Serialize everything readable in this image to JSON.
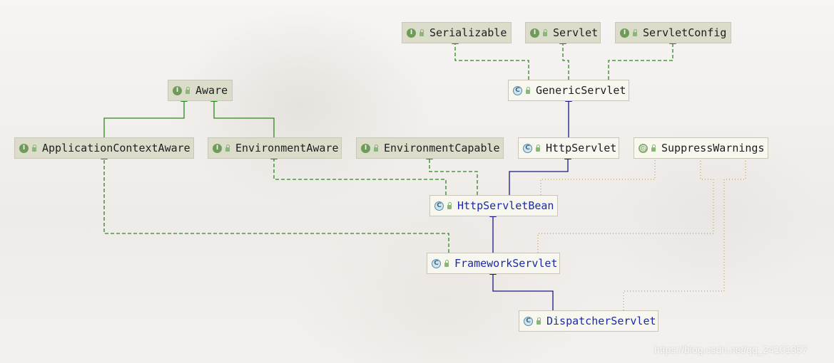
{
  "diagram": {
    "nodes": {
      "serializable": {
        "label": "Serializable",
        "kind": "interface",
        "icon": "interface-icon"
      },
      "servlet": {
        "label": "Servlet",
        "kind": "interface",
        "icon": "interface-icon"
      },
      "servlet_config": {
        "label": "ServletConfig",
        "kind": "interface",
        "icon": "interface-icon"
      },
      "aware": {
        "label": "Aware",
        "kind": "interface",
        "icon": "interface-icon"
      },
      "generic_servlet": {
        "label": "GenericServlet",
        "kind": "class",
        "icon": "class-icon"
      },
      "application_context_aware": {
        "label": "ApplicationContextAware",
        "kind": "interface",
        "icon": "interface-icon"
      },
      "environment_aware": {
        "label": "EnvironmentAware",
        "kind": "interface",
        "icon": "interface-icon"
      },
      "environment_capable": {
        "label": "EnvironmentCapable",
        "kind": "interface",
        "icon": "interface-icon"
      },
      "http_servlet": {
        "label": "HttpServlet",
        "kind": "class",
        "icon": "class-icon"
      },
      "suppress_warnings": {
        "label": "SuppressWarnings",
        "kind": "annotation",
        "icon": "annotation-icon"
      },
      "http_servlet_bean": {
        "label": "HttpServletBean",
        "kind": "class",
        "icon": "class-icon"
      },
      "framework_servlet": {
        "label": "FrameworkServlet",
        "kind": "class",
        "icon": "class-icon"
      },
      "dispatcher_servlet": {
        "label": "DispatcherServlet",
        "kind": "class",
        "icon": "class-icon"
      }
    },
    "icon_glyphs": {
      "interface": "I",
      "class": "C",
      "annotation": "@"
    },
    "edges": [
      {
        "from": "GenericServlet",
        "to": "Serializable",
        "type": "implements"
      },
      {
        "from": "GenericServlet",
        "to": "Servlet",
        "type": "implements"
      },
      {
        "from": "GenericServlet",
        "to": "ServletConfig",
        "type": "implements"
      },
      {
        "from": "ApplicationContextAware",
        "to": "Aware",
        "type": "extends"
      },
      {
        "from": "EnvironmentAware",
        "to": "Aware",
        "type": "extends"
      },
      {
        "from": "HttpServlet",
        "to": "GenericServlet",
        "type": "extends"
      },
      {
        "from": "HttpServletBean",
        "to": "HttpServlet",
        "type": "extends"
      },
      {
        "from": "HttpServletBean",
        "to": "EnvironmentCapable",
        "type": "implements"
      },
      {
        "from": "HttpServletBean",
        "to": "EnvironmentAware",
        "type": "implements"
      },
      {
        "from": "FrameworkServlet",
        "to": "HttpServletBean",
        "type": "extends"
      },
      {
        "from": "FrameworkServlet",
        "to": "ApplicationContextAware",
        "type": "implements"
      },
      {
        "from": "DispatcherServlet",
        "to": "FrameworkServlet",
        "type": "extends"
      },
      {
        "from": "HttpServletBean",
        "to": "SuppressWarnings",
        "type": "annotated"
      },
      {
        "from": "FrameworkServlet",
        "to": "SuppressWarnings",
        "type": "annotated"
      },
      {
        "from": "DispatcherServlet",
        "to": "SuppressWarnings",
        "type": "annotated"
      }
    ],
    "colors": {
      "extends": "#1a1a80",
      "implements": "#2a8a1e",
      "annotated": "#bba060",
      "interface_fill": "#dcdccb",
      "class_fill": "#f7f7f0",
      "class_text": "#1a2aa8"
    }
  },
  "watermark": "https://blog.csdn.net/qq_24101357"
}
